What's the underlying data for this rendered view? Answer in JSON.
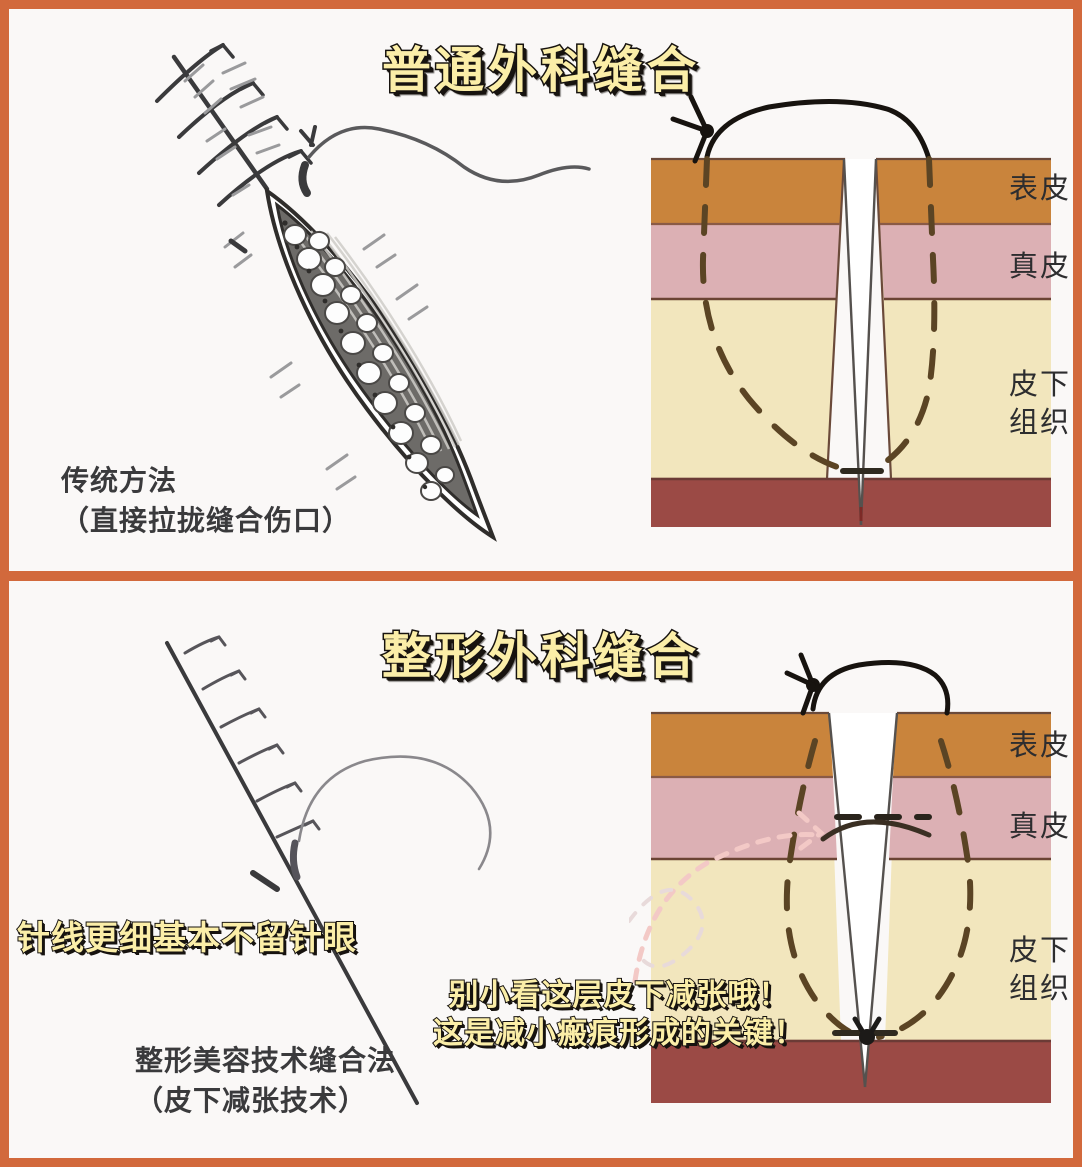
{
  "theme": {
    "border_color": "#d2693c",
    "panel_bg": "#faf8f7",
    "title_fill": "#fbeea8",
    "title_stroke": "#17130f",
    "epidermis_color": "#c9843c",
    "dermis_color": "#dcb0b4",
    "subcutis_color": "#f2e6bd",
    "muscle_color": "#9b4a45",
    "suture_color": "#1c1a18",
    "dashed_suture_color": "#5b4424",
    "pink_arrow_color": "#f3c9c6"
  },
  "panels": [
    {
      "id": "ordinary",
      "title": "普通外科缝合",
      "caption_lines": [
        "传统方法",
        "（直接拉拢缝合伤口）"
      ],
      "wound_illustration": "gaping-wound-with-railroad-stitch-marks",
      "cross_section": {
        "suture_type": "surface-only-suture",
        "knot_position": "top-left-above-skin",
        "layers": [
          {
            "name": "表皮",
            "color": "#c9843c"
          },
          {
            "name": "真皮",
            "color": "#dcb0b4"
          },
          {
            "name": "皮下组织",
            "color": "#f2e6bd"
          },
          {
            "name": "muscle",
            "color": "#9b4a45"
          }
        ],
        "labels": [
          "表皮",
          "真皮",
          "皮下组织"
        ]
      }
    },
    {
      "id": "plastic",
      "title": "整形外科缝合",
      "caption_lines": [
        "整形美容技术缝合法",
        "（皮下减张技术）"
      ],
      "wound_illustration": "fine-scar-line-with-thin-needle",
      "highlight_needle": "针线更细基本不留针眼",
      "highlight_note_lines": [
        "别小看这层皮下减张哦！",
        "这是减小瘢痕形成的关键！"
      ],
      "cross_section": {
        "suture_type": "buried-dermal-tension-relief-suture",
        "knot_position": "buried-at-wound-base",
        "layers": [
          {
            "name": "表皮",
            "color": "#c9843c"
          },
          {
            "name": "真皮",
            "color": "#dcb0b4"
          },
          {
            "name": "皮下组织",
            "color": "#f2e6bd"
          },
          {
            "name": "muscle",
            "color": "#9b4a45"
          }
        ],
        "labels": [
          "表皮",
          "真皮",
          "皮下组织"
        ]
      }
    }
  ],
  "layer_labels": {
    "epidermis": "表皮",
    "dermis": "真皮",
    "subcutis_line1": "皮下",
    "subcutis_line2": "组织"
  }
}
